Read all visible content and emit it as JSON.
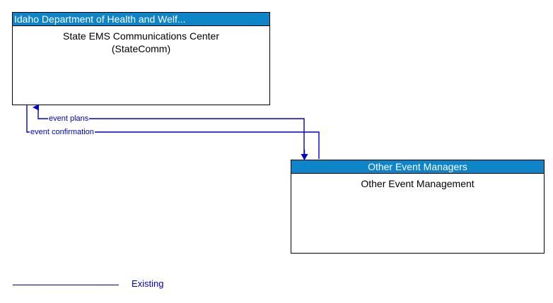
{
  "diagram": {
    "type": "context-diagram",
    "background_color": "#ffffff",
    "header_color": "#0d85c8",
    "header_text_color": "#ffffff",
    "border_color": "#000000",
    "connector_color": "#0000cc",
    "boxes": [
      {
        "id": "statecomm",
        "header": "Idaho Department of Health and Welf...",
        "body": "State EMS Communications Center (StateComm)",
        "body_line1": "State EMS Communications Center",
        "body_line2": "(StateComm)"
      },
      {
        "id": "other-event-managers",
        "header": "Other Event Managers",
        "body": "Other Event Management",
        "body_line1": "Other Event Management",
        "body_line2": ""
      }
    ],
    "flows": [
      {
        "id": "event-plans",
        "label": "event plans",
        "from": "other-event-managers",
        "to": "statecomm",
        "style": "existing"
      },
      {
        "id": "event-confirmation",
        "label": "event confirmation",
        "from": "statecomm",
        "to": "other-event-managers",
        "style": "existing"
      }
    ],
    "legend": {
      "items": [
        {
          "label": "Existing",
          "color": "#0000cc",
          "style": "solid-line"
        }
      ]
    }
  }
}
